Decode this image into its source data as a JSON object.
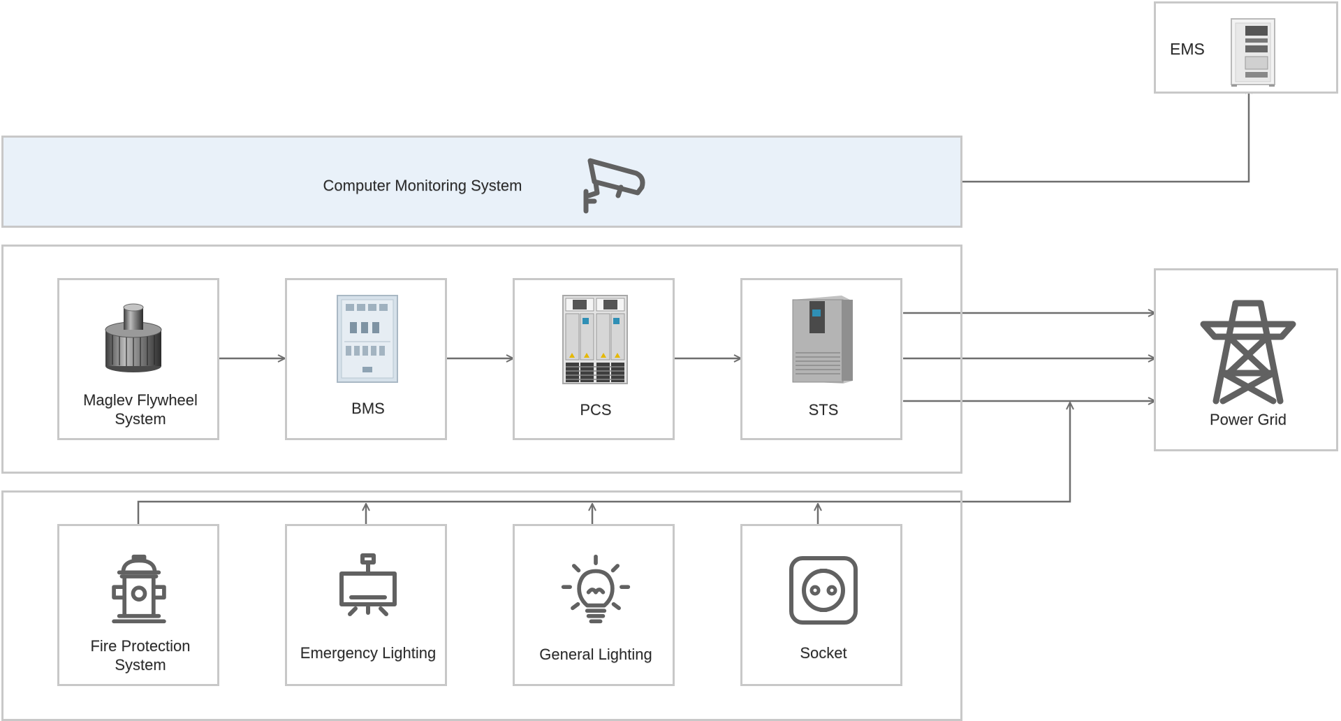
{
  "monitoring": {
    "label": "Computer Monitoring System",
    "icon": "cctv-camera-icon"
  },
  "ems": {
    "label": "EMS",
    "icon": "server-cabinet-icon"
  },
  "power_grid": {
    "label": "Power Grid",
    "icon": "transmission-tower-icon"
  },
  "energy_chain": [
    {
      "id": "flywheel",
      "label": "Maglev Flywheel System",
      "icon": "flywheel-icon"
    },
    {
      "id": "bms",
      "label": "BMS",
      "icon": "bms-cabinet-icon"
    },
    {
      "id": "pcs",
      "label": "PCS",
      "icon": "pcs-cabinet-icon"
    },
    {
      "id": "sts",
      "label": "STS",
      "icon": "sts-cabinet-icon"
    }
  ],
  "loads": [
    {
      "id": "fire",
      "label": "Fire Protection System",
      "icon": "fire-hydrant-icon"
    },
    {
      "id": "emergency",
      "label": "Emergency Lighting",
      "icon": "emergency-light-icon"
    },
    {
      "id": "general",
      "label": "General Lighting",
      "icon": "light-bulb-icon"
    },
    {
      "id": "socket",
      "label": "Socket",
      "icon": "socket-icon"
    }
  ],
  "colors": {
    "border": "#c8c8c8",
    "line": "#6e6e6e",
    "monitor_fill": "#e9f1f9",
    "icon": "#616161"
  }
}
